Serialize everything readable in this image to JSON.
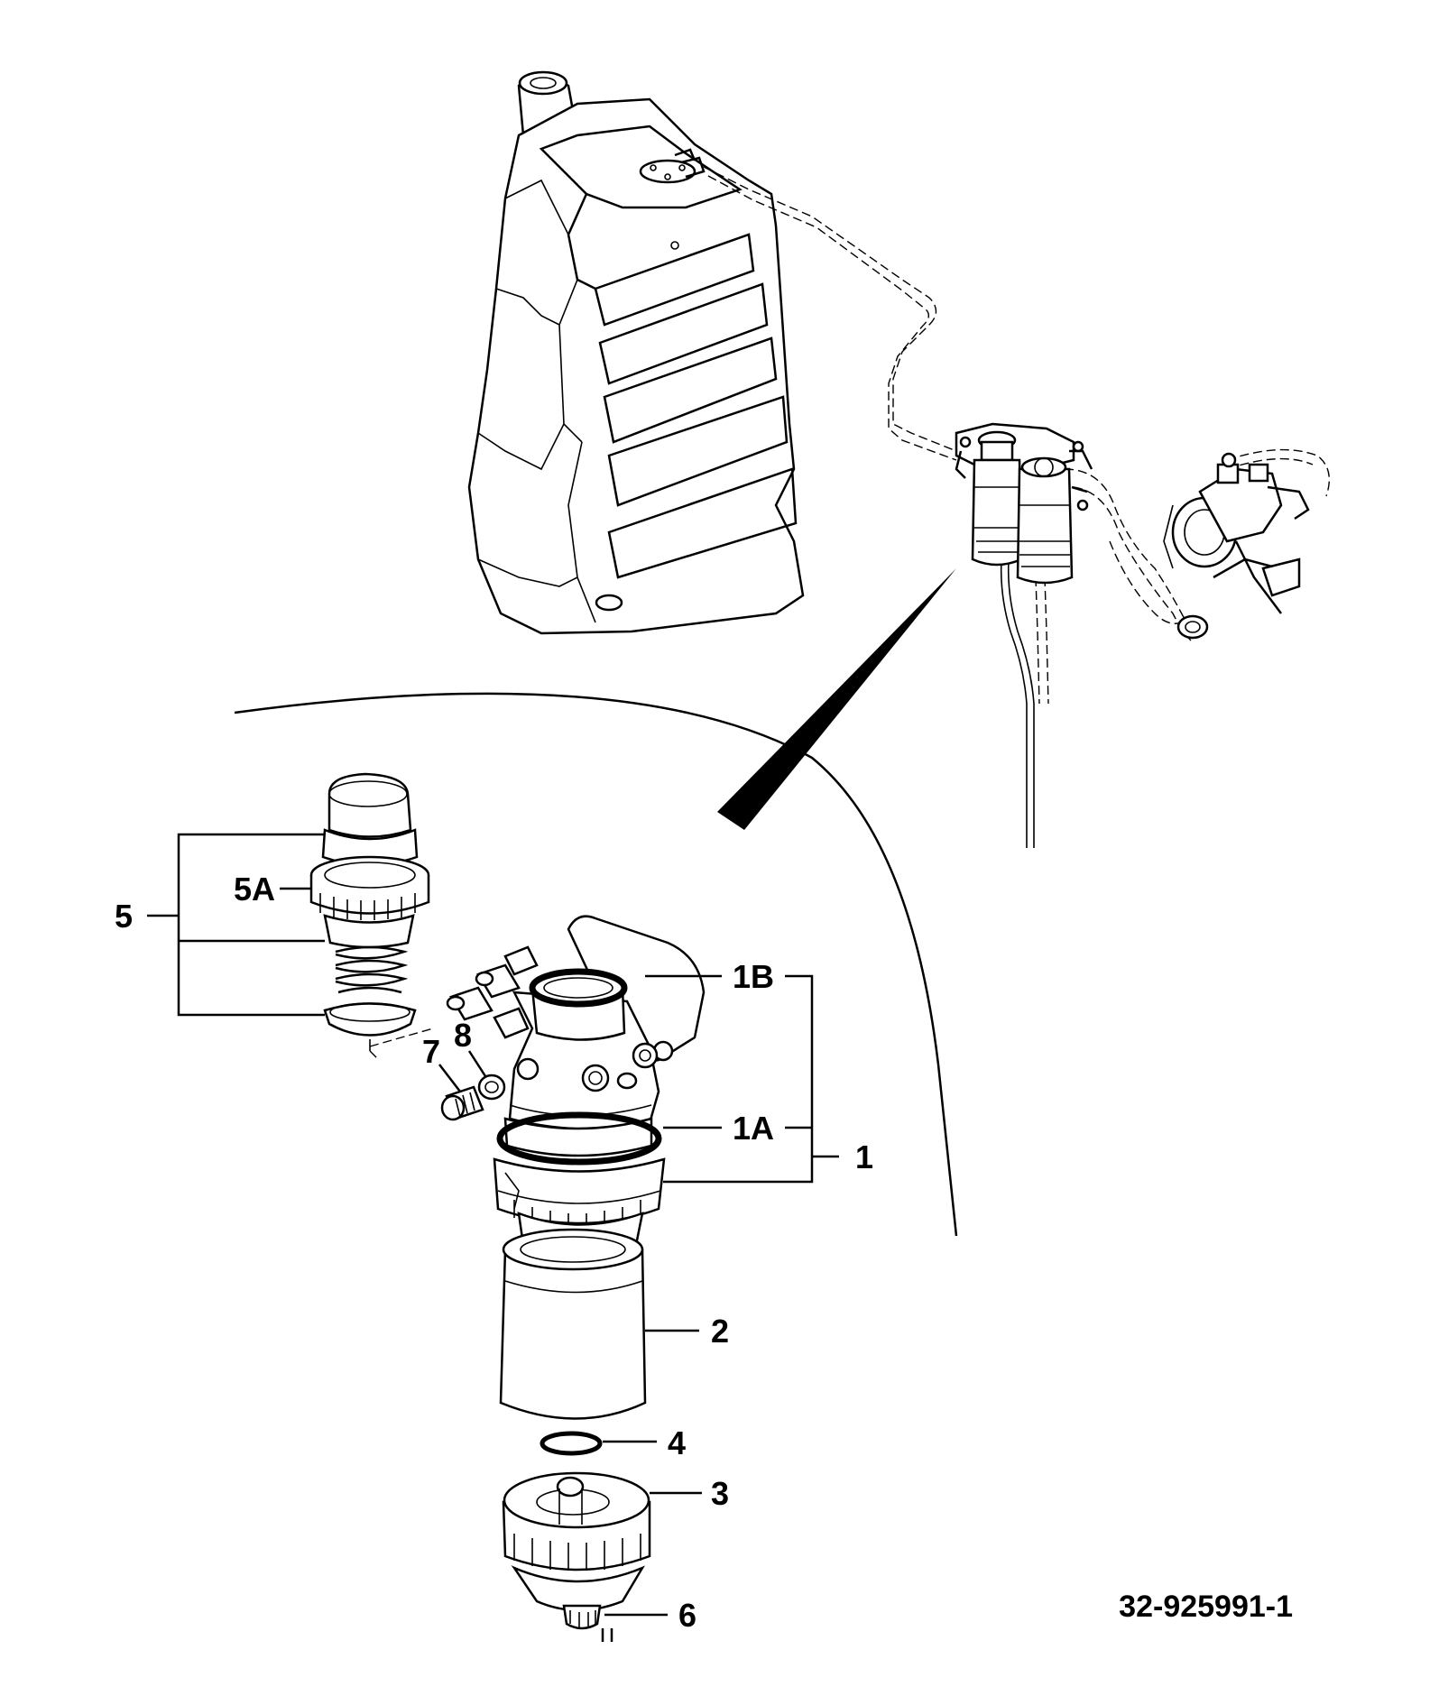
{
  "callouts": {
    "c1": "1",
    "c1a": "1A",
    "c1b": "1B",
    "c2": "2",
    "c3": "3",
    "c4": "4",
    "c5": "5",
    "c5a": "5A",
    "c6": "6",
    "c7": "7",
    "c8": "8"
  },
  "document_number": "32-925991-1"
}
